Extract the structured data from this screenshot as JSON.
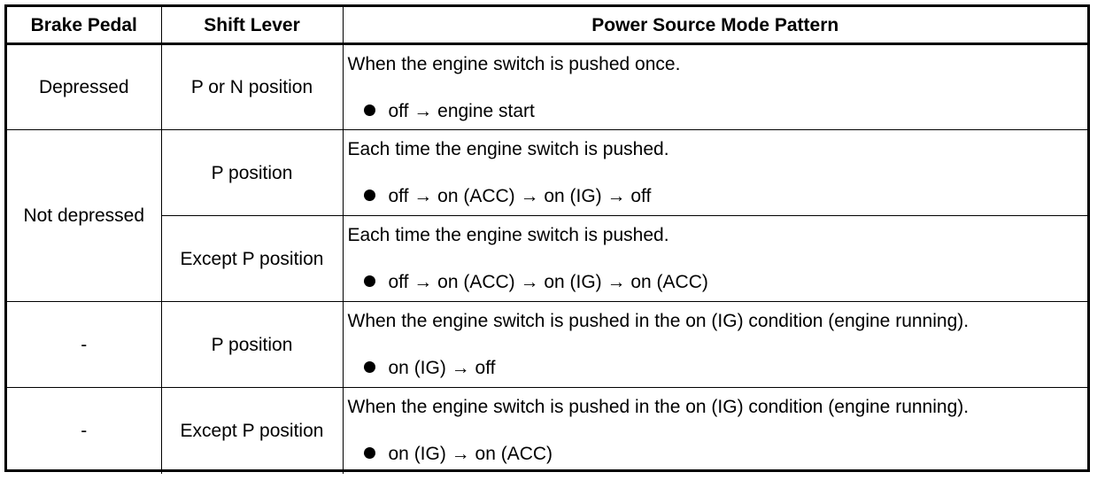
{
  "headers": {
    "brake_pedal": "Brake Pedal",
    "shift_lever": "Shift Lever",
    "pattern": "Power Source Mode Pattern"
  },
  "rows": [
    {
      "brake": "Depressed",
      "shift": "P or N position",
      "lead": "When the engine switch is pushed once.",
      "sequence": "off → engine start"
    },
    {
      "brake": "Not depressed",
      "shift": "P position",
      "lead": "Each time the engine switch is pushed.",
      "sequence": "off → on (ACC) → on (IG) → off"
    },
    {
      "brake": "",
      "shift": "Except P position",
      "lead": "Each time the engine switch is pushed.",
      "sequence": "off → on (ACC) → on (IG) → on (ACC)"
    },
    {
      "brake": "-",
      "shift": "P position",
      "lead": "When the engine switch is pushed in the on (IG) condition (engine running).",
      "sequence": "on (IG) → off"
    },
    {
      "brake": "-",
      "shift": "Except P position",
      "lead": "When the engine switch is pushed in the on (IG) condition (engine running).",
      "sequence": "on (IG) → on (ACC)"
    }
  ]
}
